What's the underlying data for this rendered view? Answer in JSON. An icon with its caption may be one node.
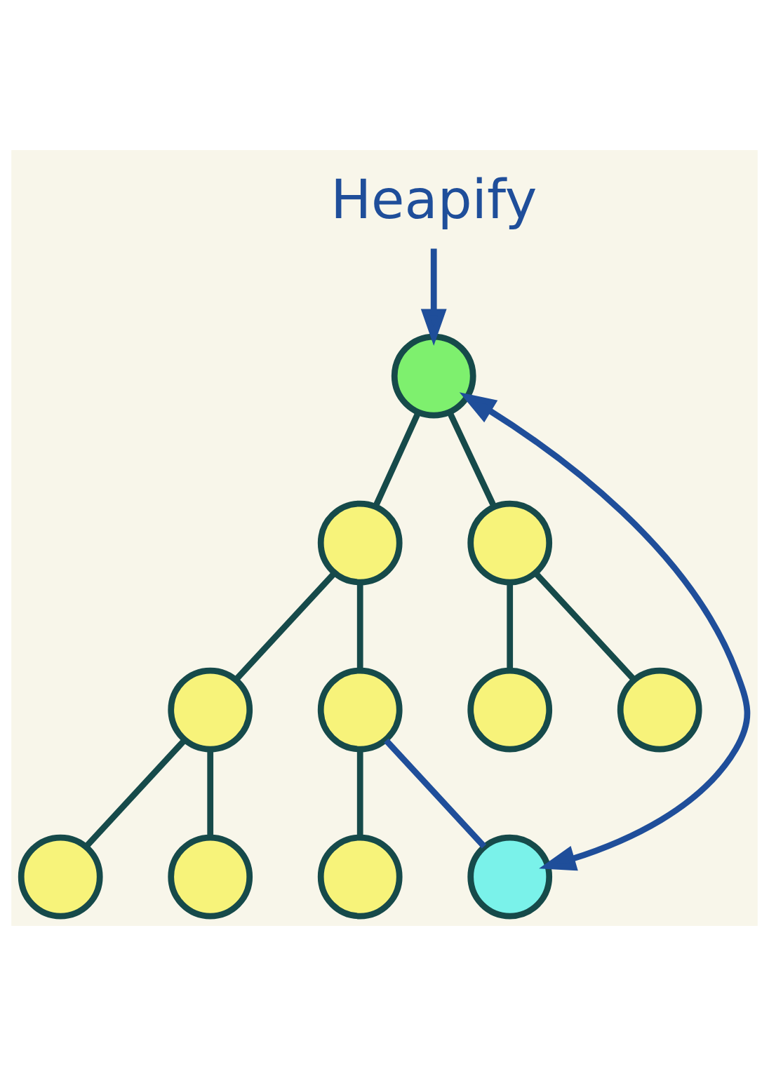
{
  "diagram": {
    "nodes": [
      {
        "text": [],
        "shape": "circle"
      },
      {
        "text": [],
        "shape": "circle"
      },
      {
        "text": [],
        "shape": "circle"
      },
      {
        "text": [],
        "shape": "circle"
      },
      {
        "text": [],
        "shape": "circle"
      },
      {
        "text": [],
        "shape": "circle"
      },
      {
        "text": [],
        "shape": "circle"
      },
      {
        "text": [],
        "shape": "circle"
      },
      {
        "text": [],
        "shape": "circle"
      },
      {
        "text": [],
        "shape": "circle"
      },
      {
        "text": [],
        "shape": "circle"
      },
      {
        "text": [
          "Heapify"
        ]
      }
    ],
    "edges": [
      {
        "from": 0,
        "to": 1,
        "arrow": "none"
      },
      {
        "from": 0,
        "to": 2,
        "arrow": "none"
      },
      {
        "from": 1,
        "to": 3,
        "arrow": "none"
      },
      {
        "from": 1,
        "to": 4,
        "arrow": "none"
      },
      {
        "from": 2,
        "to": 5,
        "arrow": "none"
      },
      {
        "from": 2,
        "to": 6,
        "arrow": "none"
      },
      {
        "from": 3,
        "to": 7,
        "arrow": "none"
      },
      {
        "from": 3,
        "to": 8,
        "arrow": "none"
      },
      {
        "from": 4,
        "to": 9,
        "arrow": "none"
      },
      {
        "from": 4,
        "to": 10,
        "arrow": "none",
        "color": "#1f4e9a"
      },
      {
        "from": 11,
        "to": 0,
        "arrow": "to",
        "color": "#1f4e9a"
      },
      {
        "from": 10,
        "to": 0,
        "arrow": "both",
        "color": "#1f4e9a"
      }
    ]
  }
}
